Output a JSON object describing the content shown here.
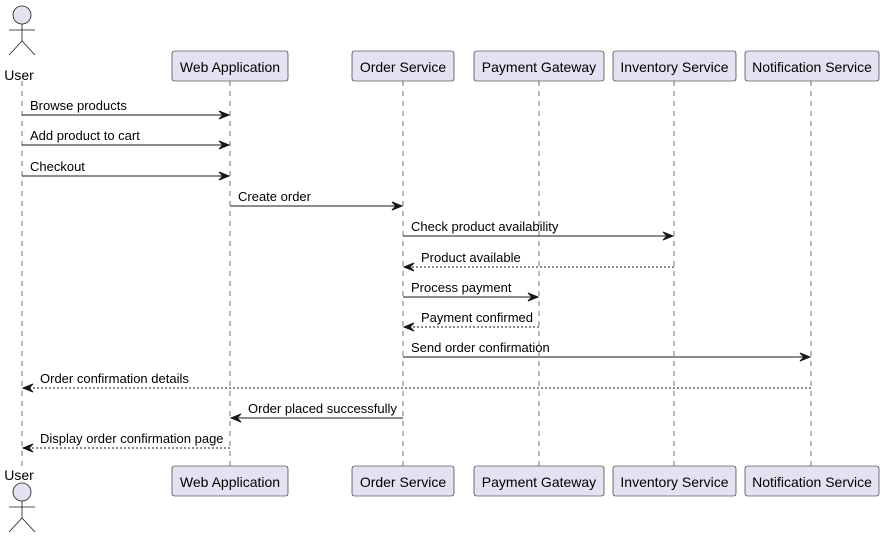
{
  "diagram": {
    "type": "sequence",
    "colors": {
      "participant_fill": "#e2e2f0",
      "line": "#181818",
      "text": "#000000",
      "background": "#ffffff"
    },
    "participants": [
      {
        "id": "user",
        "label": "User",
        "kind": "actor"
      },
      {
        "id": "web",
        "label": "Web Application",
        "kind": "participant"
      },
      {
        "id": "order",
        "label": "Order Service",
        "kind": "participant"
      },
      {
        "id": "payment",
        "label": "Payment Gateway",
        "kind": "participant"
      },
      {
        "id": "inventory",
        "label": "Inventory Service",
        "kind": "participant"
      },
      {
        "id": "notification",
        "label": "Notification Service",
        "kind": "participant"
      }
    ],
    "messages": [
      {
        "from": "user",
        "to": "web",
        "label": "Browse products",
        "style": "solid"
      },
      {
        "from": "user",
        "to": "web",
        "label": "Add product to cart",
        "style": "solid"
      },
      {
        "from": "user",
        "to": "web",
        "label": "Checkout",
        "style": "solid"
      },
      {
        "from": "web",
        "to": "order",
        "label": "Create order",
        "style": "solid"
      },
      {
        "from": "order",
        "to": "inventory",
        "label": "Check product availability",
        "style": "solid"
      },
      {
        "from": "inventory",
        "to": "order",
        "label": "Product available",
        "style": "dashed"
      },
      {
        "from": "order",
        "to": "payment",
        "label": "Process payment",
        "style": "solid"
      },
      {
        "from": "payment",
        "to": "order",
        "label": "Payment confirmed",
        "style": "dashed"
      },
      {
        "from": "order",
        "to": "notification",
        "label": "Send order confirmation",
        "style": "solid"
      },
      {
        "from": "notification",
        "to": "user",
        "label": "Order confirmation details",
        "style": "dashed"
      },
      {
        "from": "order",
        "to": "web",
        "label": "Order placed successfully",
        "style": "solid"
      },
      {
        "from": "web",
        "to": "user",
        "label": "Display order confirmation page",
        "style": "dashed"
      }
    ]
  }
}
